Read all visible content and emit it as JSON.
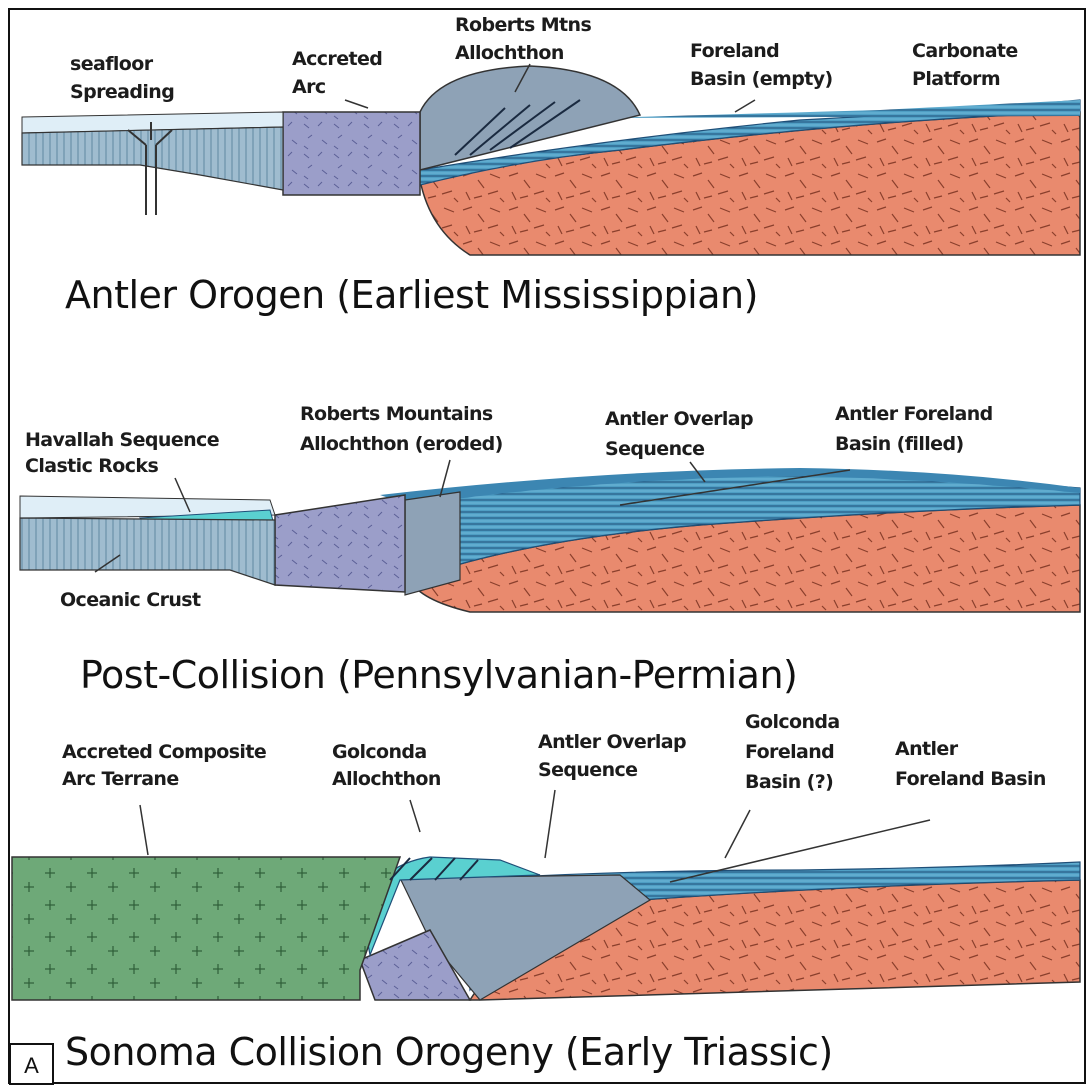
{
  "panel_tag": "A",
  "colors": {
    "ocean": "#dfeef7",
    "oceanic_crust": "#8cb0c8",
    "arc": "#9b9ec9",
    "allochthon": "#8ea2b6",
    "sediment": "#4f9ec4",
    "basement": "#e98a6e",
    "composite_terrane": "#6ea978",
    "golconda": "#5ad0d0"
  },
  "panel1": {
    "title": "Antler Orogen (Earliest Mississippian)",
    "labels": {
      "seafloor_1": "seafloor",
      "seafloor_2": "Spreading",
      "arc_1": "Accreted",
      "arc_2": "Arc",
      "rma_1": "Roberts Mtns",
      "rma_2": "Allochthon",
      "foreland_1": "Foreland",
      "foreland_2": "Basin (empty)",
      "carbonate_1": "Carbonate",
      "carbonate_2": "Platform"
    }
  },
  "panel2": {
    "title": "Post-Collision (Pennsylvanian-Permian)",
    "labels": {
      "havallah_1": "Havallah Sequence",
      "havallah_2": "Clastic Rocks",
      "rm_1": "Roberts Mountains",
      "rm_2": "Allochthon (eroded)",
      "overlap_1": "Antler Overlap",
      "overlap_2": "Sequence",
      "foreland_1": "Antler Foreland",
      "foreland_2": "Basin (filled)",
      "crust": "Oceanic Crust"
    }
  },
  "panel3": {
    "title": "Sonoma Collision Orogeny (Early Triassic)",
    "labels": {
      "composite_1": "Accreted Composite",
      "composite_2": "Arc Terrane",
      "golconda_1": "Golconda",
      "golconda_2": "Allochthon",
      "overlap_1": "Antler Overlap",
      "overlap_2": "Sequence",
      "gfb_1": "Golconda",
      "gfb_2": "Foreland",
      "gfb_3": "Basin (?)",
      "afb_1": "Antler",
      "afb_2": "Foreland Basin"
    }
  }
}
